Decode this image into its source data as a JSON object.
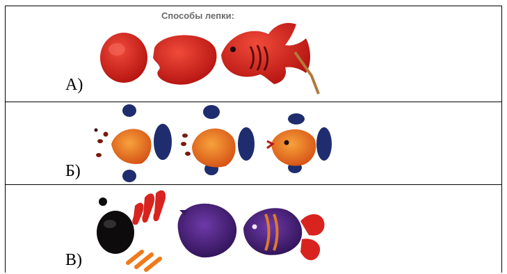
{
  "heading": "Способы лепки:",
  "rows": [
    {
      "label": "А)"
    },
    {
      "label": "Б)"
    },
    {
      "label": "В)"
    }
  ],
  "colors": {
    "red_clay": "#d8231e",
    "orange_clay": "#ef7a1c",
    "navy_clay": "#1f2d6e",
    "purple_clay": "#4a1f78",
    "black_clay": "#0d0b0c"
  }
}
